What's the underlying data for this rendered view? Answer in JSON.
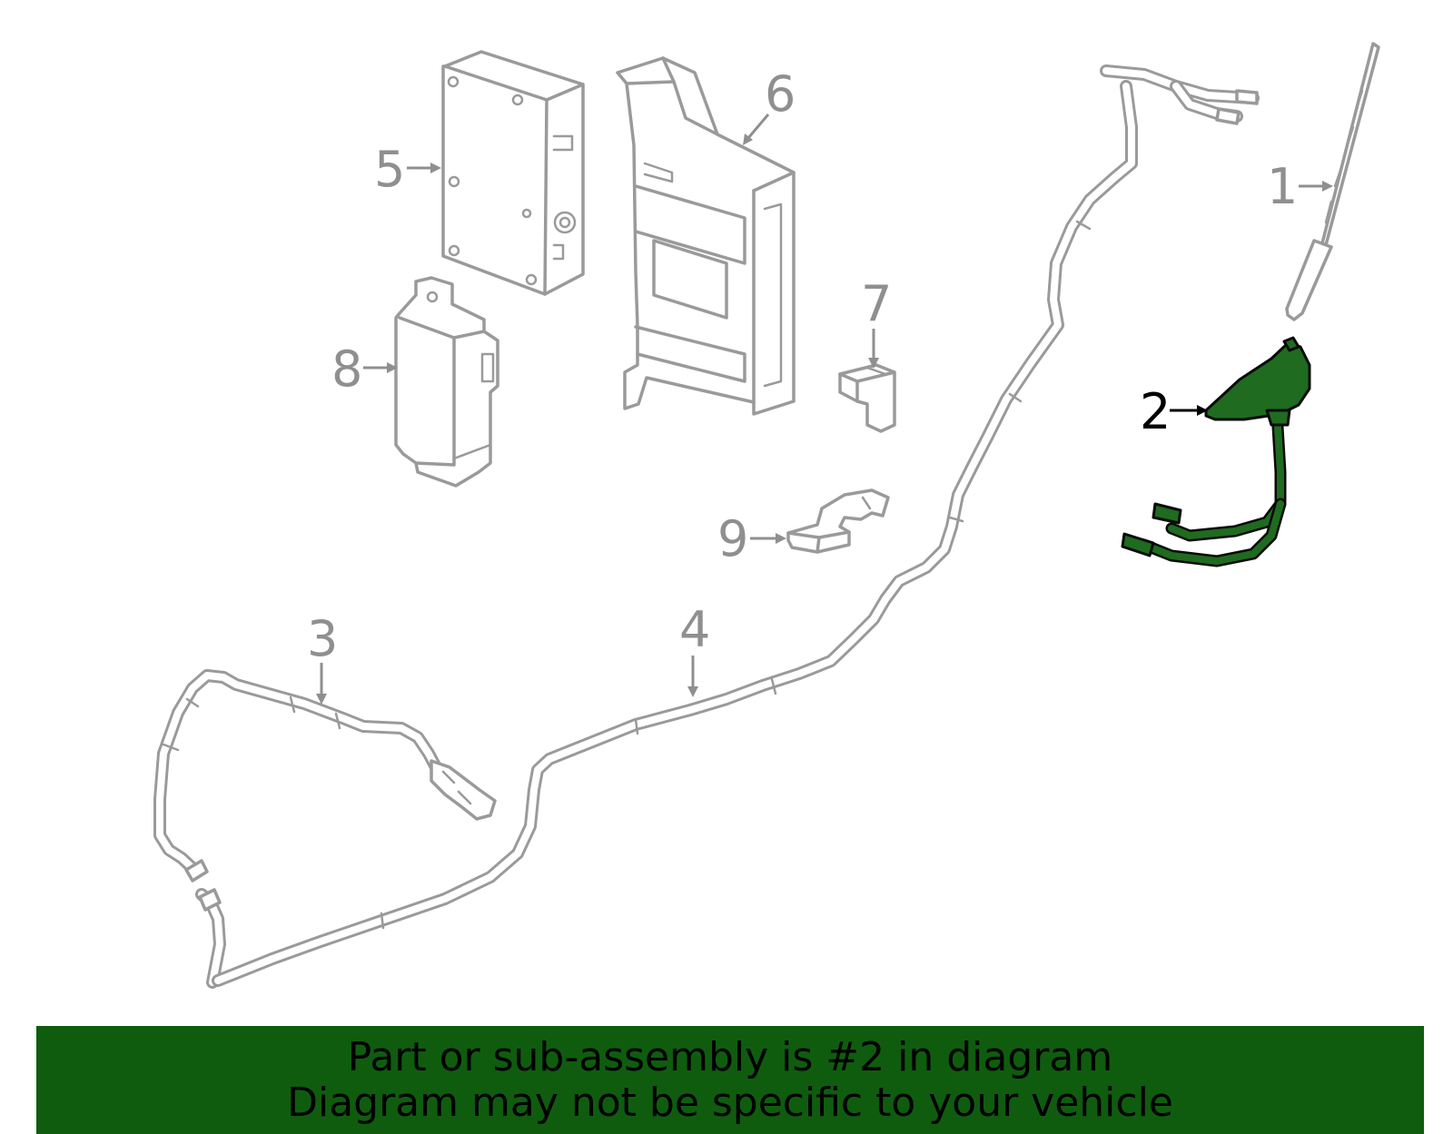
{
  "diagram": {
    "callouts": [
      "1",
      "2",
      "3",
      "4",
      "5",
      "6",
      "7",
      "8",
      "9"
    ],
    "highlighted_callout": "2",
    "highlight_color": "#1f6b1f",
    "part_line_color": "#9a9a9a"
  },
  "banner": {
    "line1": "Part or sub-assembly is #2 in diagram",
    "line2": "Diagram may not be specific to your vehicle",
    "background_color": "#0f5c0f"
  }
}
